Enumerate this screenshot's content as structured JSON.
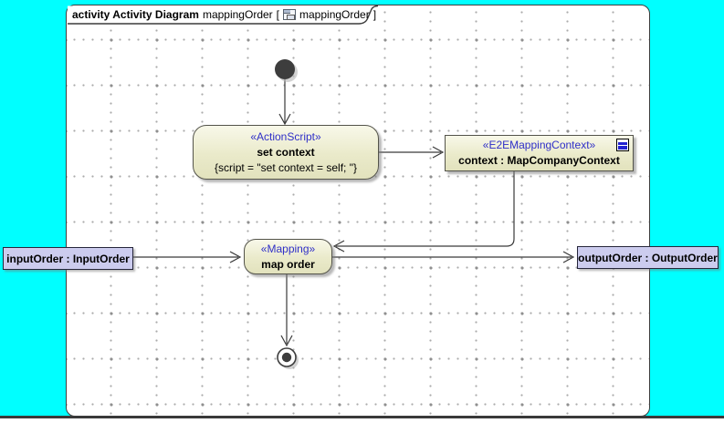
{
  "frame": {
    "title_bold": "activity Activity Diagram",
    "diagram_name": "mappingOrder",
    "bracket_open": "[",
    "bracket_close": "]",
    "diagram_ref": "mappingOrder"
  },
  "nodes": {
    "action": {
      "stereotype": "«ActionScript»",
      "name": "set context",
      "script": "{script = \"set context = self; \"}"
    },
    "context_object": {
      "stereotype": "«E2EMappingContext»",
      "name": "context : MapCompanyContext"
    },
    "mapping": {
      "stereotype": "«Mapping»",
      "name": "map order"
    },
    "input_pin": {
      "label": "inputOrder : InputOrder"
    },
    "output_pin": {
      "label": "outputOrder : OutputOrder"
    }
  },
  "colors": {
    "canvas_background": "#00FFFF",
    "node_fill": "#E9E9C9",
    "pin_fill": "#CCCCEE",
    "stereotype_text": "#2F2FC8",
    "edge_line": "#3A3A3A",
    "object_icon_blue": "#2222D0"
  }
}
